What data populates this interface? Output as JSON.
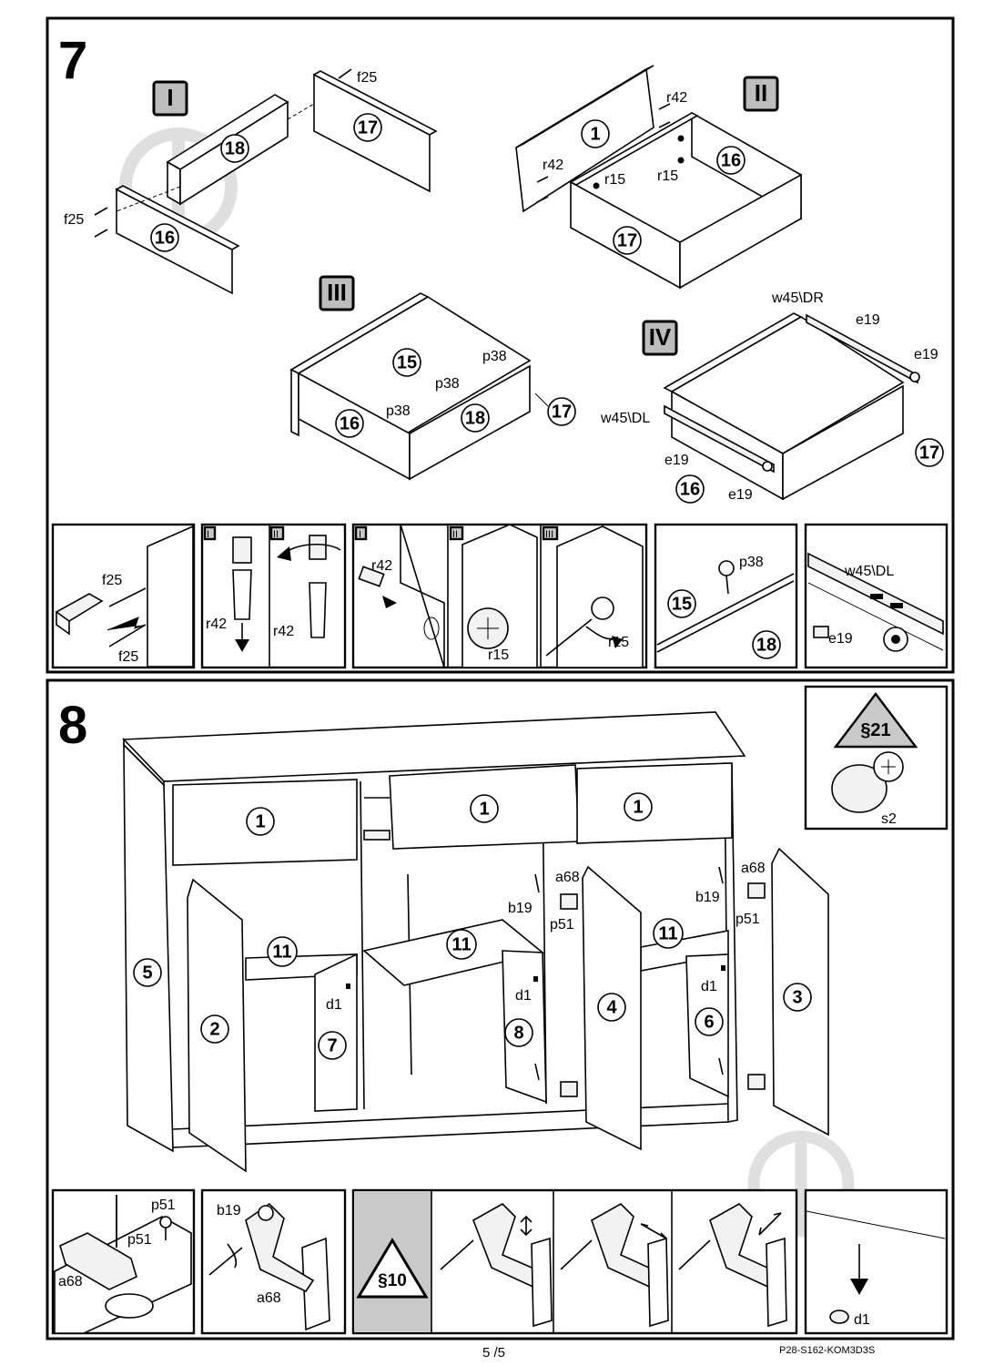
{
  "steps": [
    {
      "number": "7",
      "sub_steps": [
        "I",
        "II",
        "III",
        "IV"
      ],
      "details": [
        {
          "labels": [
            "f25",
            "f25"
          ]
        },
        {
          "sub": [
            "I",
            "II"
          ],
          "labels": [
            "r42",
            "r42"
          ]
        },
        {
          "sub": [
            "I",
            "II",
            "III"
          ],
          "labels": [
            "r42",
            "r15",
            "r15"
          ]
        },
        {
          "labels": [
            "p38"
          ],
          "parts": [
            "15",
            "18"
          ]
        },
        {
          "labels": [
            "w45\\DL",
            "e19"
          ]
        }
      ]
    },
    {
      "number": "8",
      "badge_top": "§21",
      "badge_top_label": "s2",
      "badge_bottom": "§10",
      "details": [
        {
          "labels": [
            "p51",
            "p51",
            "a68"
          ]
        },
        {
          "labels": [
            "b19",
            "a68"
          ]
        },
        {
          "labels": [
            "d1"
          ]
        }
      ]
    }
  ],
  "step7_labels": {
    "I": {
      "parts": [
        "18",
        "17",
        "16"
      ],
      "fittings": [
        "f25",
        "f25"
      ]
    },
    "II": {
      "parts": [
        "1",
        "16",
        "17"
      ],
      "fittings": [
        "r42",
        "r42",
        "r15",
        "r15"
      ]
    },
    "III": {
      "parts": [
        "15",
        "16",
        "18",
        "17"
      ],
      "fittings": [
        "p38",
        "p38",
        "p38"
      ]
    },
    "IV": {
      "parts": [
        "16",
        "17"
      ],
      "fittings": [
        "w45\\DR",
        "w45\\DL",
        "e19",
        "e19",
        "e19",
        "e19"
      ]
    }
  },
  "step8_labels": {
    "parts": [
      "1",
      "1",
      "1",
      "5",
      "2",
      "11",
      "11",
      "11",
      "7",
      "8",
      "4",
      "6",
      "3"
    ],
    "fittings": [
      "a68",
      "b19",
      "p51",
      "a68",
      "b19",
      "p51",
      "d1",
      "d1",
      "d1"
    ]
  },
  "footer": {
    "page": "5 /5",
    "code": "P28-S162-KOM3D3S"
  }
}
